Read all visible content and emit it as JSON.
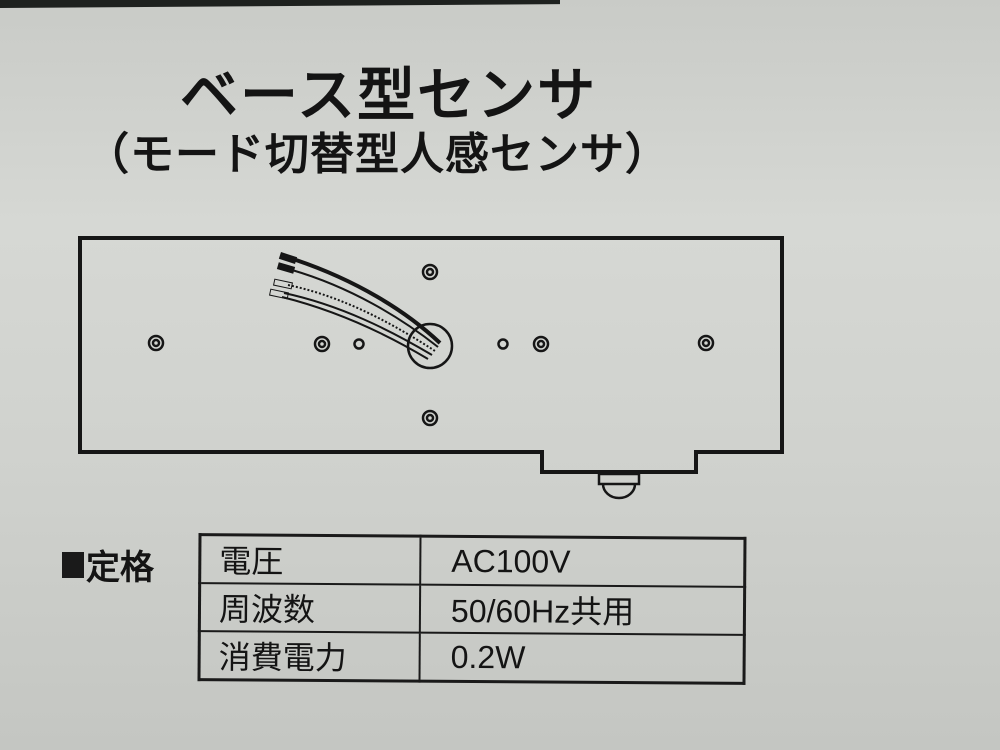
{
  "document": {
    "title": "ベース型センサ",
    "subtitle": "（モード切替型人感センサ）",
    "diagram": {
      "label": "base-sensor-outline",
      "elements": [
        "lead-wires",
        "wire-entry-hole",
        "mounting-holes",
        "sensor-lens"
      ]
    },
    "specs": {
      "heading": "定格",
      "rows": [
        {
          "label": "電圧",
          "value": "AC100V"
        },
        {
          "label": "周波数",
          "value": "50/60Hz共用"
        },
        {
          "label": "消費電力",
          "value": "0.2W"
        }
      ]
    }
  }
}
